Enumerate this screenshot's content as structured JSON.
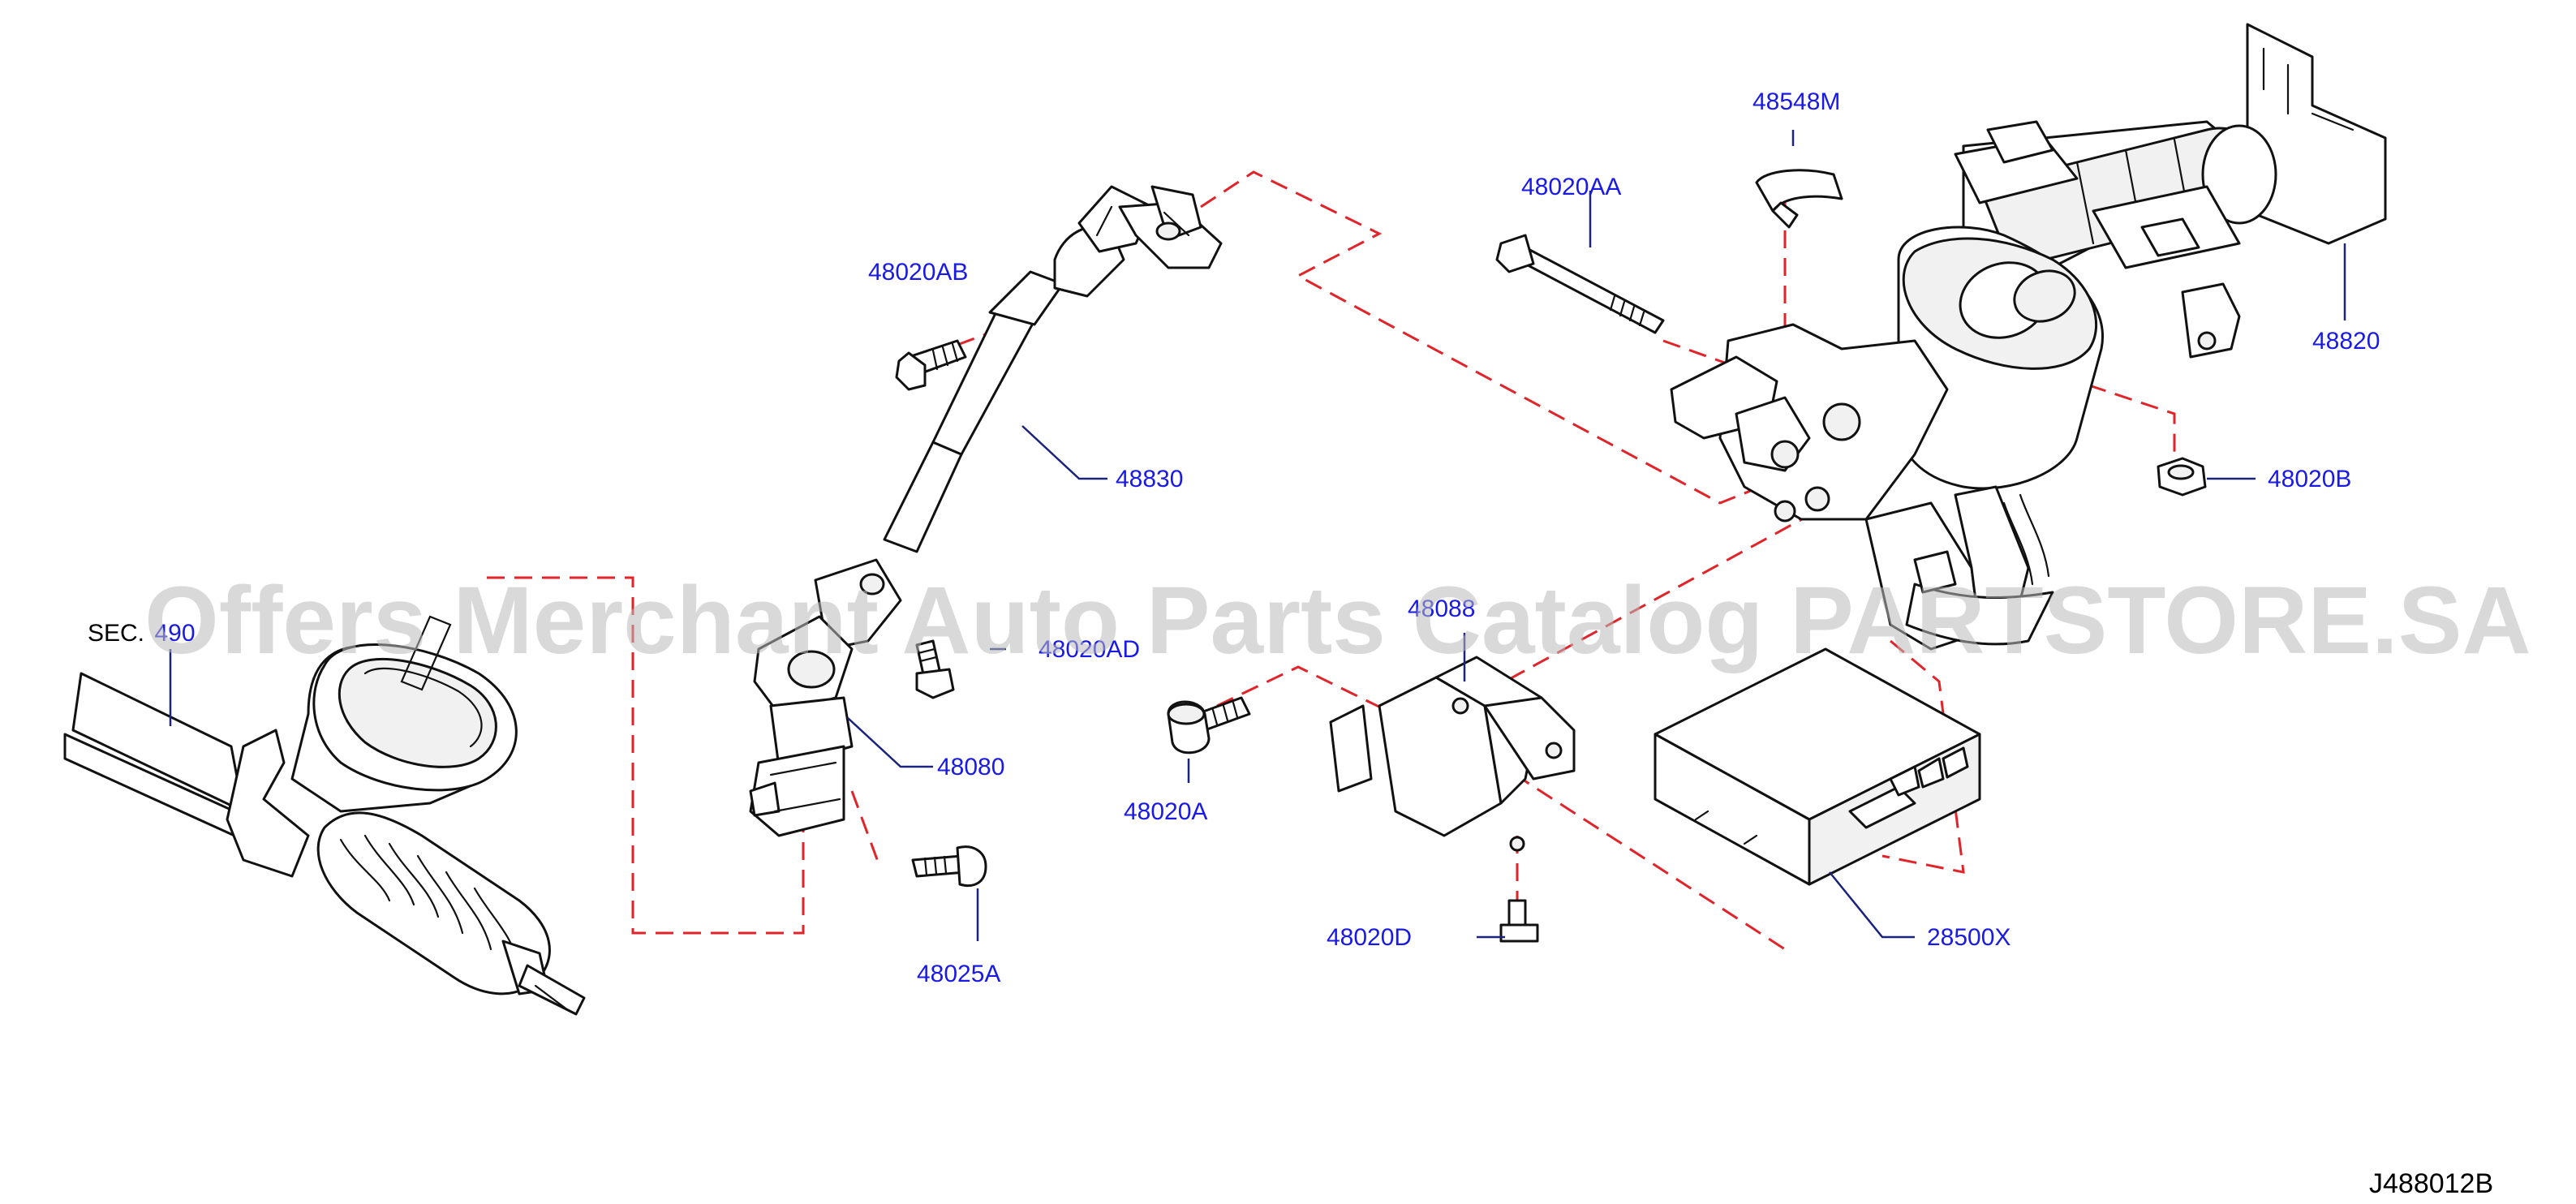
{
  "callouts": {
    "shaft_upper": "48830",
    "bolt_ab": "48020AB",
    "bolt_aa": "48020AA",
    "clip": "48548M",
    "column_assembly": "48820",
    "nut_b": "48020B",
    "bolt_ad": "48020AD",
    "lower_joint": "48080",
    "bolt_a": "48020A",
    "bracket": "48088",
    "bolt_d": "48020D",
    "control_unit": "28500X",
    "bolt_25a": "48025A"
  },
  "section_ref": {
    "prefix": "SEC.",
    "number": "490"
  },
  "figure_id": "J488012B",
  "watermark": "Offers Merchant Auto Parts Catalog PARTSTORE.SA",
  "colors": {
    "callout_text": "#1a1ae6",
    "reference_lines": "#e0242a",
    "linework": "#111111",
    "watermark": "#b9b9b9"
  }
}
